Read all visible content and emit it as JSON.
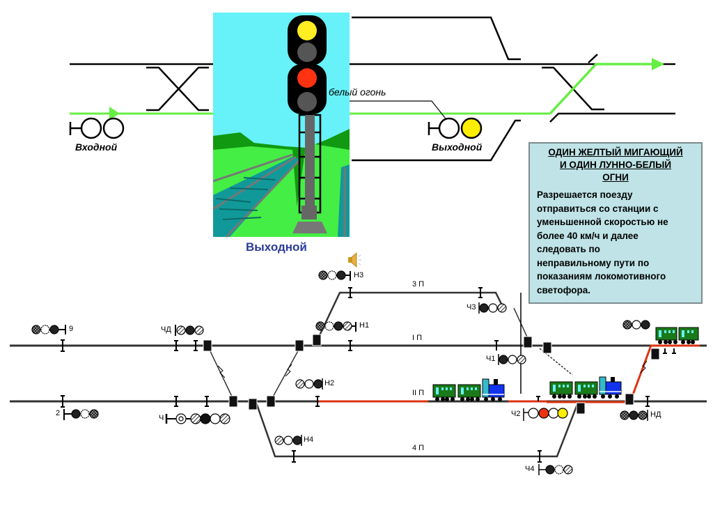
{
  "top_scheme": {
    "entry_signal_label": "Входной",
    "exit_signal_label": "Выходной",
    "white_light_label": "белый огонь",
    "route_color": "#66ee44",
    "exit_signal_lights": [
      "white",
      "yellow"
    ],
    "entry_signal_lights": [
      "off",
      "off"
    ]
  },
  "signal_picture": {
    "caption": "Выходной",
    "lights_upper_head": [
      "yellow",
      "dark"
    ],
    "lights_lower_head": [
      "red",
      "dark"
    ],
    "sky_color": "#66f2f8",
    "grass_color": "#22cc22"
  },
  "info_box": {
    "title_lines": [
      "ОДИН ЖЕЛТЫЙ МИГАЮЩИЙ",
      "И ОДИН ЛУННО-БЕЛЫЙ",
      "ОГНИ"
    ],
    "body_lines": [
      "Разрешается поезду",
      "отправиться со станции с",
      "уменьшенной скоростью не",
      "более 40 км/ч и далее",
      "следовать по",
      "неправильному пути по",
      "показаниям локомотивного",
      "светофора."
    ]
  },
  "station": {
    "track_labels": {
      "track3": "3 П",
      "track1": "I П",
      "track2": "II П",
      "track4": "4 П"
    },
    "signals": {
      "s9": "9",
      "chd": "ЧД",
      "s2": "2",
      "ch": "Ч",
      "n3": "Н3",
      "n1": "Н1",
      "n2": "Н2",
      "n4": "Н4",
      "ch3": "Ч3",
      "ch1": "Ч1",
      "ch2": "Ч2",
      "ch4": "Ч4",
      "nd": "НД"
    },
    "occupied_route_color": "#dd3311",
    "ch2_lights": [
      "white",
      "red",
      "off",
      "yellow"
    ]
  },
  "sound_icon": "speaker-icon"
}
